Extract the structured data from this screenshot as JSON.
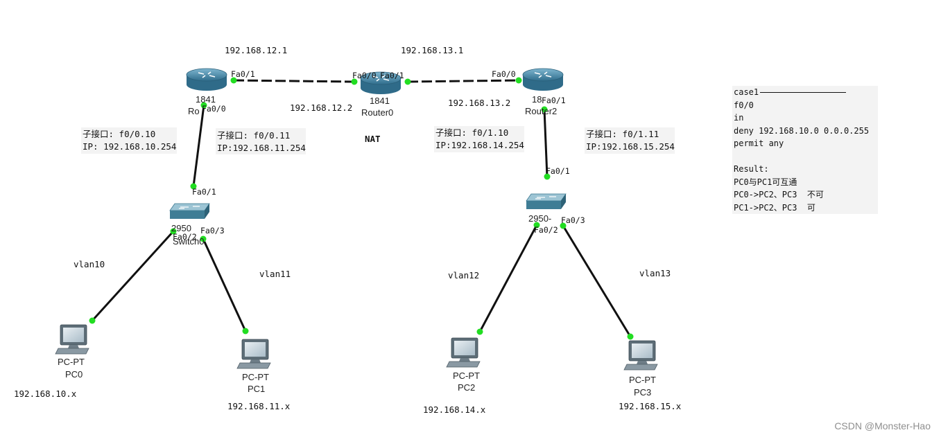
{
  "subnet_labels": {
    "net_12": "192.168.12.1",
    "net_13": "192.168.13.1",
    "r0_fa00_ip": "192.168.12.2",
    "r0_fa01_ip": "192.168.13.2",
    "nat": "NAT"
  },
  "subinterfaces": [
    {
      "title": "子接口: f0/0.10",
      "ip": "IP: 192.168.10.254"
    },
    {
      "title": "子接口: f0/0.11",
      "ip": "IP:192.168.11.254"
    },
    {
      "title": "子接口: f0/1.10",
      "ip": "IP:192.168.14.254"
    },
    {
      "title": "子接口: f0/1.11",
      "ip": "IP:192.168.15.254"
    }
  ],
  "devices": {
    "router1": {
      "model": "1841",
      "name": "Ro"
    },
    "router0": {
      "model": "1841",
      "name": "Router0"
    },
    "router2": {
      "model": "18",
      "name": "Router2"
    },
    "switch0": {
      "model": "2950",
      "name": "Switch0"
    },
    "switch1": {
      "model": "2950-"
    },
    "pc0": {
      "type": "PC-PT",
      "name": "PC0",
      "ip": "192.168.10.x",
      "vlan": "vlan10"
    },
    "pc1": {
      "type": "PC-PT",
      "name": "PC1",
      "ip": "192.168.11.x",
      "vlan": "vlan11"
    },
    "pc2": {
      "type": "PC-PT",
      "name": "PC2",
      "ip": "192.168.14.x",
      "vlan": "vlan12"
    },
    "pc3": {
      "type": "PC-PT",
      "name": "PC3",
      "ip": "192.168.15.x",
      "vlan": "vlan13"
    }
  },
  "ports": {
    "r1_fa01": "Fa0/1",
    "r1_fa00": "Fa0/0",
    "r0_fa00": "Fa0/0",
    "r0_fa01": "Fa0/1",
    "r2_fa00": "Fa0/0",
    "r2_fa01": "Fa0/1",
    "sw0_fa01": "Fa0/1",
    "sw0_fa02": "Fa0/2",
    "sw0_fa03": "Fa0/3",
    "sw1_fa01": "Fa0/1",
    "sw1_fa02": "Fa0/2",
    "sw1_fa03": "Fa0/3"
  },
  "acl_note": {
    "case": "case1",
    "lines": [
      "f0/0",
      "in",
      "deny 192.168.10.0 0.0.0.255",
      "permit any"
    ],
    "result_title": "Result:",
    "results": [
      "PC0与PC1可互通",
      "PC0->PC2、PC3  不可",
      "PC1->PC2、PC3  可"
    ]
  },
  "watermark": "CSDN @Monster-Hao",
  "colors": {
    "link_up": "#22dd22",
    "cable": "#111111",
    "router_body": "#4a87a6",
    "switch_body": "#4f8aa2",
    "note_bg": "#f3f3f3"
  }
}
